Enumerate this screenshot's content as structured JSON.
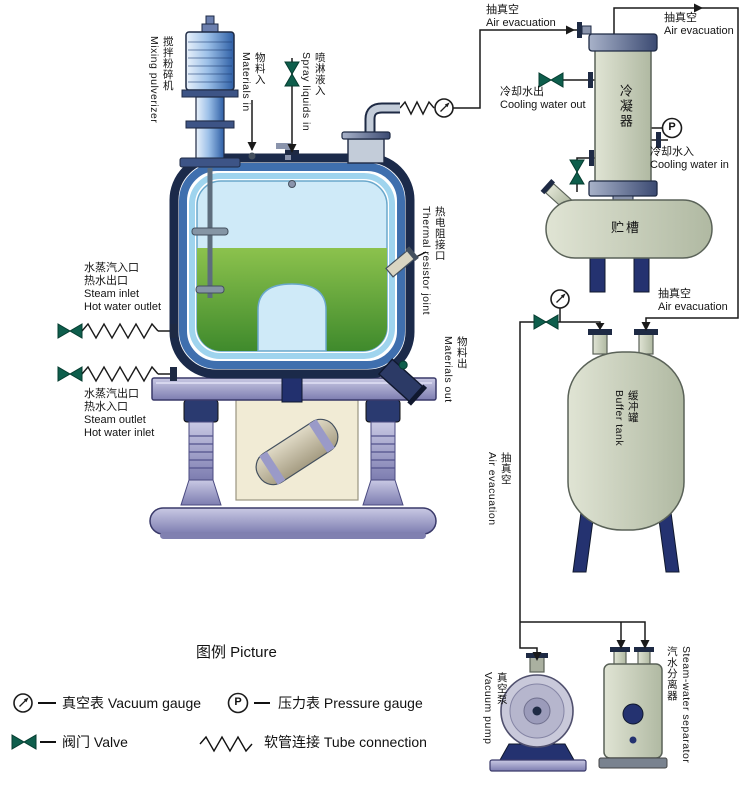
{
  "diagram": {
    "labels": {
      "mixing_pulverizer": {
        "zh": "搅拌粉碎机",
        "en": "Mixing pulverizer"
      },
      "materials_in": {
        "zh": "物料入",
        "en": "Materials in"
      },
      "spray_liquids_in": {
        "zh": "喷淋液入",
        "en": "Spray liquids in"
      },
      "steam_inlet_block": {
        "zh1": "水蒸汽入口",
        "zh2": "热水出口",
        "en1": "Steam inlet",
        "en2": "Hot water outlet"
      },
      "steam_outlet_block": {
        "zh1": "水蒸汽出口",
        "zh2": "热水入口",
        "en1": "Steam outlet",
        "en2": "Hot water inlet"
      },
      "thermal_resistor_joint": {
        "zh": "热电阻接口",
        "en": "Thermal resistor joint"
      },
      "materials_out": {
        "zh": "物料出",
        "en": "Materials out"
      },
      "air_evacuation_main": {
        "zh": "抽真空",
        "en": "Air evacuation"
      },
      "air_evacuation_condenser": {
        "zh": "抽真空",
        "en": "Air evacuation"
      },
      "air_evacuation_buffer": {
        "zh": "抽真空",
        "en": "Air evacuation"
      },
      "air_evacuation_pump_line": {
        "zh": "抽真空",
        "en": "Air evacuation"
      },
      "cooling_water_out": {
        "zh": "冷却水出",
        "en": "Cooling water out"
      },
      "cooling_water_in": {
        "zh": "冷却水入",
        "en": "Cooling water in"
      },
      "condenser": {
        "zh": "冷凝器"
      },
      "storage_tank": {
        "zh": "贮槽"
      },
      "buffer_tank": {
        "zh": "缓冲罐",
        "en": "Buffer tank"
      },
      "vacuum_pump": {
        "zh": "真空泵",
        "en": "Vacuum pump"
      },
      "steam_water_separator": {
        "zh": "汽水分离器",
        "en": "Steam-water separator"
      },
      "pressure_symbol": "P"
    },
    "legend": {
      "title": "图例 Picture",
      "vacuum_gauge": "真空表 Vacuum gauge",
      "pressure_gauge": "压力表 Pressure gauge",
      "valve": "阀门 Valve",
      "tube_connection": "软管连接 Tube connection"
    },
    "colors": {
      "vessel_sage": "#c9d0ba",
      "cap_slate": "#3b4a72",
      "navy": "#243270",
      "jacket_blue": "#3f6fae",
      "interior_blue": "#cfeaf8",
      "liquid_green": "#5aa238",
      "support_lavender": "#9a9ac8",
      "valve_green": "#0e5e4c",
      "line_black": "#1a1a1a"
    }
  }
}
